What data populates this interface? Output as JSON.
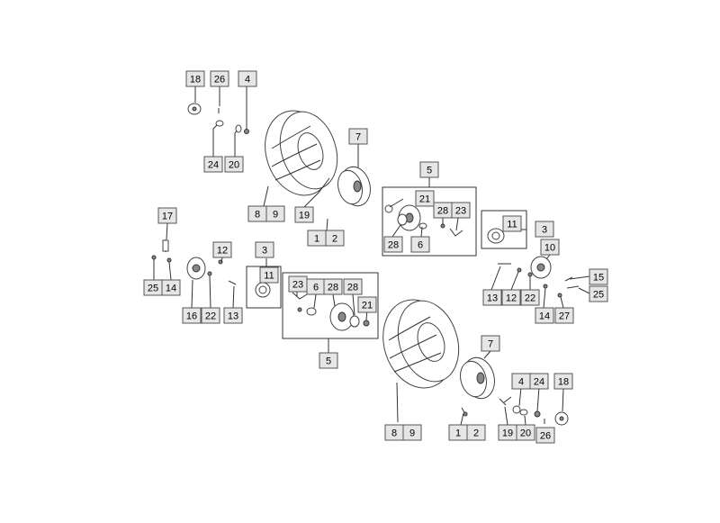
{
  "callouts": {
    "c18a": "18",
    "c26a": "26",
    "c4a": "4",
    "c24a": "24",
    "c20a": "20",
    "c7a": "7",
    "c8a": "8",
    "c9a": "9",
    "c19a": "19",
    "c1a": "1",
    "c2a": "2",
    "c5a": "5",
    "c21a": "21",
    "c28a": "28",
    "c23a": "23",
    "c28b": "28",
    "c6a": "6",
    "c11a": "11",
    "c3a": "3",
    "c10a": "10",
    "c15a": "15",
    "c25a": "25",
    "c13a": "13",
    "c12a": "12",
    "c22a": "22",
    "c14a": "14",
    "c27a": "27",
    "c17a": "17",
    "c25b": "25",
    "c14b": "14",
    "c12b": "12",
    "c16a": "16",
    "c22b": "22",
    "c13b": "13",
    "c3b": "3",
    "c11b": "11",
    "c23b": "23",
    "c6b": "6",
    "c28c": "28",
    "c28d": "28",
    "c21b": "21",
    "c5b": "5",
    "c7b": "7",
    "c8b": "8",
    "c9b": "9",
    "c1b": "1",
    "c2b": "2",
    "c4b": "4",
    "c24b": "24",
    "c18b": "18",
    "c19b": "19",
    "c20b": "20",
    "c26b": "26"
  }
}
